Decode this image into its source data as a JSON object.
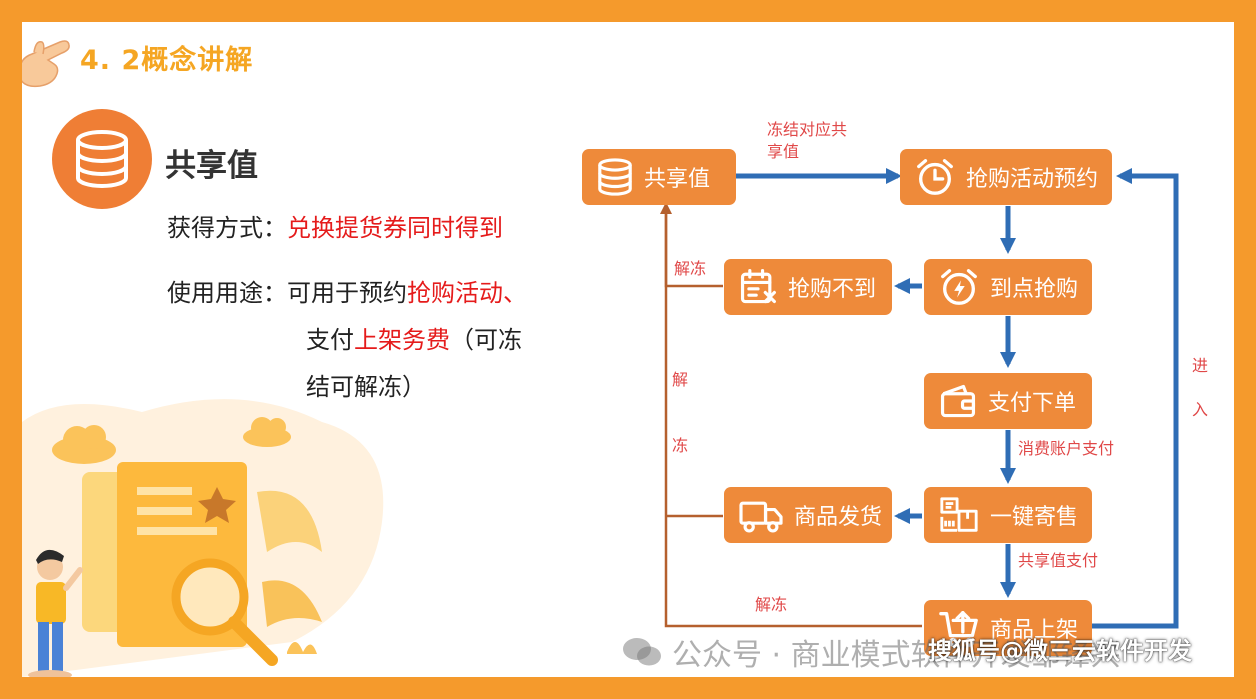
{
  "slide": {
    "title": "4. 2概念讲解",
    "heading": "共享值",
    "acquire_label": "获得方式：",
    "acquire_value": "兑换提货券同时得到",
    "usage_label": "使用用途：",
    "usage_text1": "可用于预约",
    "usage_red1": "抢购活动、",
    "usage_text2": "支付",
    "usage_red2": "上架务费",
    "usage_text3": "（可冻",
    "usage_text4": "结可解冻）"
  },
  "flow": {
    "nodes": {
      "shared_value": "共享值",
      "rush_reserve": "抢购活动预约",
      "rush_fail": "抢购不到",
      "rush_ontime": "到点抢购",
      "pay_order": "支付下单",
      "ship_goods": "商品发货",
      "one_click_resale": "一键寄售",
      "goods_listed": "商品上架"
    },
    "labels": {
      "freeze_line1": "冻结对应共",
      "freeze_line2": "享值",
      "unfreeze_top": "解冻",
      "unfreeze_v1": "解",
      "unfreeze_v2": "冻",
      "consume_pay": "消费账户支付",
      "shared_pay": "共享值支付",
      "unfreeze_bottom": "解冻",
      "enter1": "进",
      "enter2": "入"
    }
  },
  "watermark": {
    "wechat": "公众号 · 商业模式软件开发邹锋兴",
    "sohu": "搜狐号@微三云软件开发"
  },
  "colors": {
    "frame": "#F59A2C",
    "node": "#EE8A3A",
    "arrow_blue": "#2F6DB5",
    "line_brown": "#B5602E",
    "label_red": "#E04848",
    "highlight_red": "#E51B1B",
    "title_orange": "#F5A623"
  }
}
